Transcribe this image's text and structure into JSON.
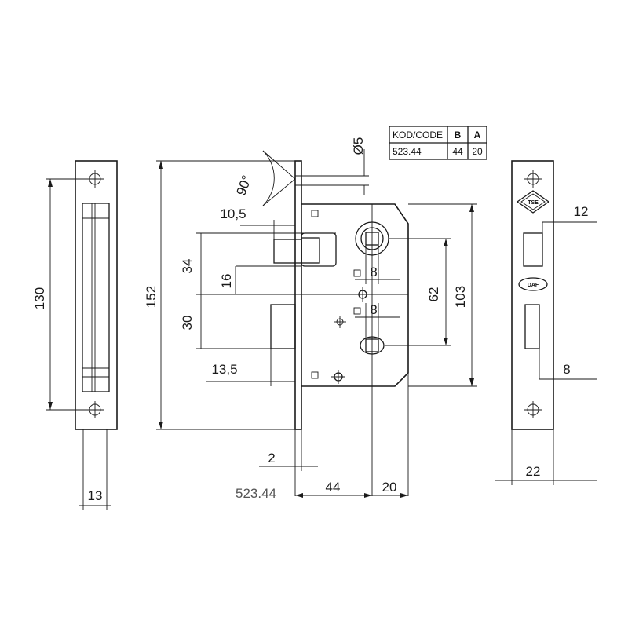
{
  "product_code": "523.44",
  "spec_table": {
    "headers": [
      "KOD/CODE",
      "B",
      "A"
    ],
    "row": [
      "523.44",
      "44",
      "20"
    ]
  },
  "dimensions": {
    "faceplate_height": "130",
    "faceplate_width": "13",
    "total_height": "152",
    "angle": "90°",
    "hole_diameter": "Ø5",
    "latch_projection": "10,5",
    "latch_to_spindle": "34",
    "latch_offset": "16",
    "deadbolt_height": "30",
    "deadbolt_projection": "13,5",
    "square_upper": "8",
    "square_lower": "8",
    "spindle_spacing": "62",
    "case_height": "103",
    "forend_thickness": "2",
    "backset": "44",
    "case_tail": "20",
    "strike_latch_width": "12",
    "strike_bolt_width": "8",
    "strike_width": "22"
  },
  "logos": {
    "certification": "TSE",
    "brand": "DAF"
  }
}
